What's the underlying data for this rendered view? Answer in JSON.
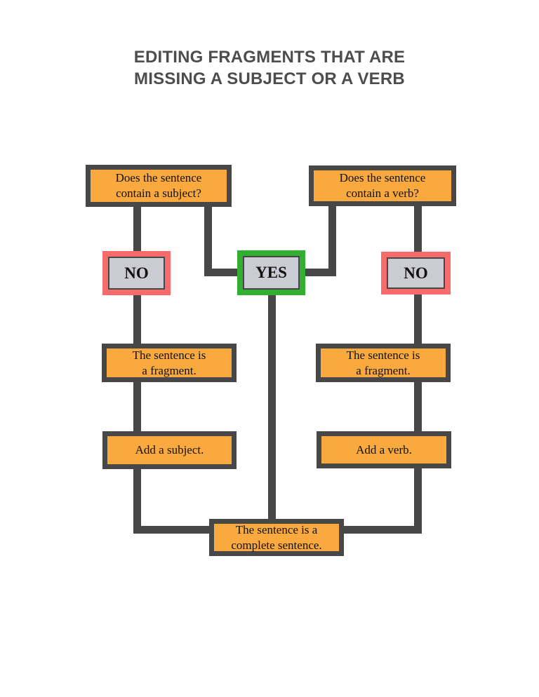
{
  "title": {
    "line1": "EDITING FRAGMENTS THAT ARE",
    "line2": "MISSING A SUBJECT OR A VERB"
  },
  "colors": {
    "box_fill_orange": "#F9A93E",
    "box_border_dark": "#474747",
    "connector_dark": "#474747",
    "decision_fill_gray": "#CBCBD3",
    "no_border_red": "#F86B6B",
    "yes_border_green": "#30AF30",
    "title_text": "#4D4D4F",
    "box_text": "#111111",
    "background": "#FFFFFF"
  },
  "flowchart": {
    "question_subject": {
      "line1": "Does the sentence",
      "line2": "contain a subject?"
    },
    "question_verb": {
      "line1": "Does the sentence",
      "line2": "contain a verb?"
    },
    "no_left": {
      "label": "NO"
    },
    "yes": {
      "label": "YES"
    },
    "no_right": {
      "label": "NO"
    },
    "fragment_left": {
      "line1": "The sentence is",
      "line2": "a fragment."
    },
    "fragment_right": {
      "line1": "The sentence is",
      "line2": "a fragment."
    },
    "add_subject": {
      "line1": "Add a subject."
    },
    "add_verb": {
      "line1": "Add a verb."
    },
    "complete": {
      "line1": "The sentence is a",
      "line2": "complete sentence."
    }
  }
}
